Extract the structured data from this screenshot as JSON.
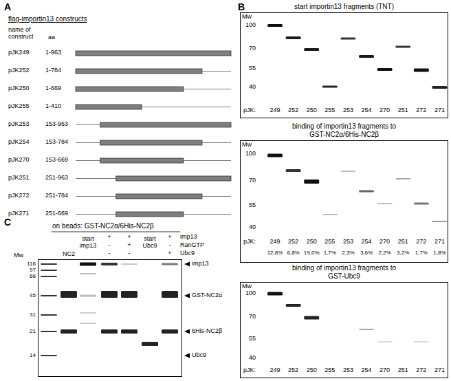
{
  "diagram": {
    "nodes": [
      {
        "text": [
          "start importin13 fragments (TNT)"
        ]
      },
      {
        "text": [
          "binding of importin13 fragments to GST-NC2α/6His-NC2β"
        ]
      },
      {
        "text": [
          "binding of importin13 fragments to GST-Ubc9"
        ]
      },
      {
        "text": [
          "on beads: GST-NC2α/6His-NC2β"
        ]
      }
    ],
    "labels": [
      "A",
      "flag-importin13 constructs",
      "name of construct",
      "aa",
      "pJK249",
      "1-963",
      "pJK252",
      "1-784",
      "pJK250",
      "1-669",
      "pJK255",
      "1-410",
      "pJK253",
      "153-963",
      "pJK254",
      "153-784",
      "pJK270",
      "153-669",
      "pJK251",
      "251-963",
      "pJK272",
      "251-784",
      "pJK271",
      "251-669",
      "B",
      "Mw",
      "100",
      "70",
      "55",
      "40",
      "pJK:",
      "249",
      "252",
      "250",
      "255",
      "253",
      "254",
      "270",
      "251",
      "272",
      "271",
      "Mw",
      "100",
      "70",
      "55",
      "40",
      "pJK:",
      "249",
      "252",
      "250",
      "255",
      "253",
      "254",
      "270",
      "251",
      "272",
      "271",
      "12,8%",
      "6,8%",
      "19,0%",
      "1,7%",
      "2,3%",
      "3,6%",
      "2,2%",
      "3,2%",
      "1,7%",
      "1,8%",
      "Mw",
      "100",
      "70",
      "55",
      "40",
      "pJK:",
      "249",
      "252",
      "250",
      "255",
      "253",
      "254",
      "270",
      "251",
      "272",
      "271",
      "C",
      "Mw",
      "116",
      "97",
      "66",
      "45",
      "31",
      "21",
      "14",
      "NC2",
      "start imp13",
      "start Ubc9",
      "+",
      "+",
      "+",
      "-",
      "+",
      "-",
      "-",
      "-",
      "+",
      "imp13",
      "RanGTP",
      "Ubc9",
      "imp13",
      "GST-NC2α",
      "6His-NC2β",
      "Ubc9"
    ]
  }
}
